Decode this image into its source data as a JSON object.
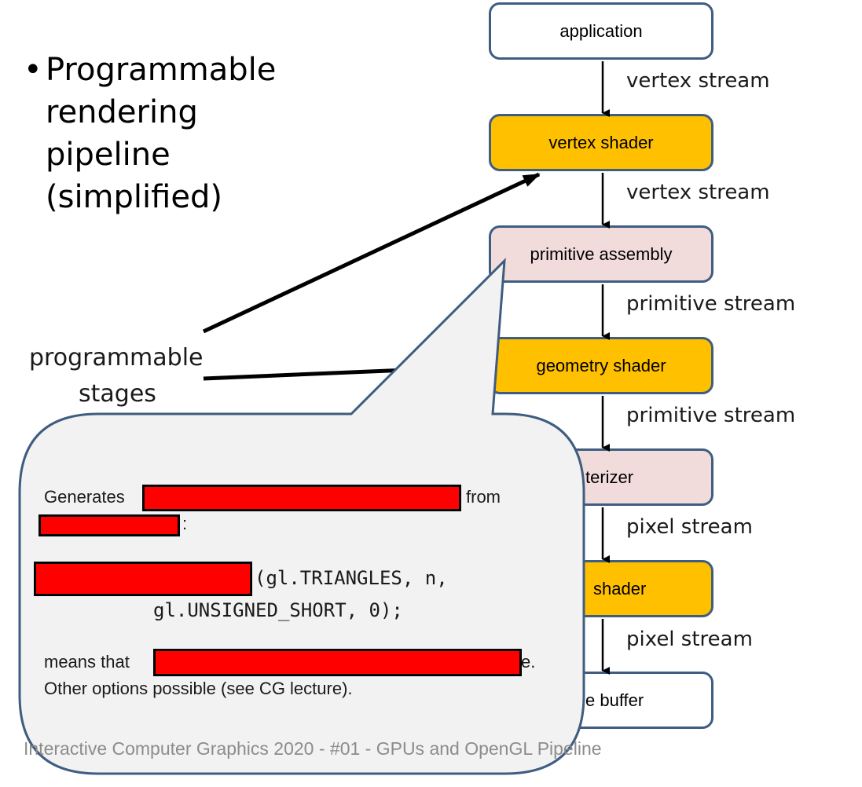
{
  "bullet": {
    "marker": "•",
    "lines": [
      "Programmable",
      "rendering",
      "pipeline",
      "(simplified)"
    ]
  },
  "pipeline": {
    "stages": [
      {
        "label": "application",
        "fill": "#ffffff"
      },
      {
        "label": "vertex shader",
        "fill": "#ffc000"
      },
      {
        "label": "primitive assembly",
        "fill": "#f2dcdb"
      },
      {
        "label": "geometry shader",
        "fill": "#ffc000"
      },
      {
        "label": "terizer",
        "fill": "#f2dcdb"
      },
      {
        "label": "shader",
        "fill": "#ffc000"
      },
      {
        "label": "e buffer",
        "fill": "#ffffff"
      }
    ],
    "streams": [
      "vertex stream",
      "vertex stream",
      "primitive stream",
      "primitive stream",
      "pixel stream",
      "pixel stream"
    ]
  },
  "programmable_label": {
    "line1": "programmable",
    "line2": "stages"
  },
  "callout": {
    "generates": "Generates",
    "from": "from",
    "colon": ":",
    "code_line1": "(gl.TRIANGLES, n,",
    "code_line2": "gl.UNSIGNED_SHORT, 0);",
    "means_that": "means that",
    "period_tail": "e.",
    "other_options": "Other options possible (see CG lecture)."
  },
  "footer": "Interactive Computer Graphics 2020 - #01 - GPUs and OpenGL Pipeline",
  "colors": {
    "box_border": "#3f5d80",
    "orange": "#ffc000",
    "pink": "#f2dcdb",
    "callout_fill": "#f2f2f2",
    "redaction": "#ff0000"
  }
}
